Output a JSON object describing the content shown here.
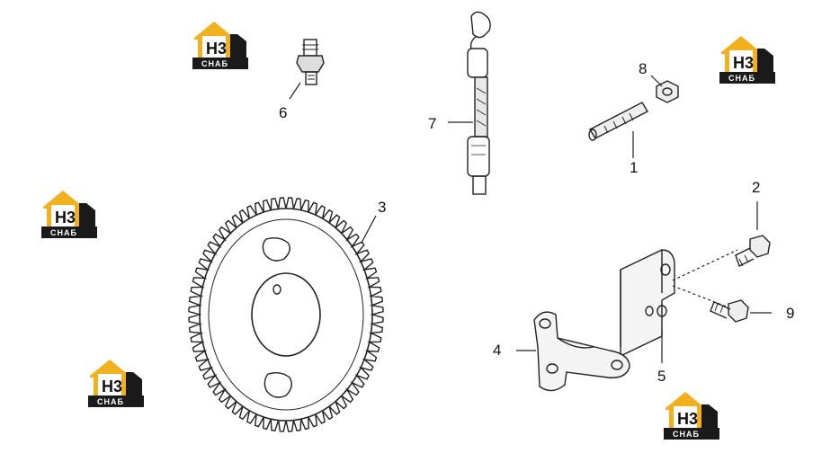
{
  "diagram": {
    "callouts": [
      "1",
      "2",
      "3",
      "4",
      "5",
      "6",
      "7",
      "8",
      "9"
    ]
  },
  "logo": {
    "mark": "H3",
    "text": "CHAБ",
    "colors": {
      "roof": "#f2b01e",
      "band": "#1a1a1a",
      "fill": "#ffffff"
    }
  }
}
